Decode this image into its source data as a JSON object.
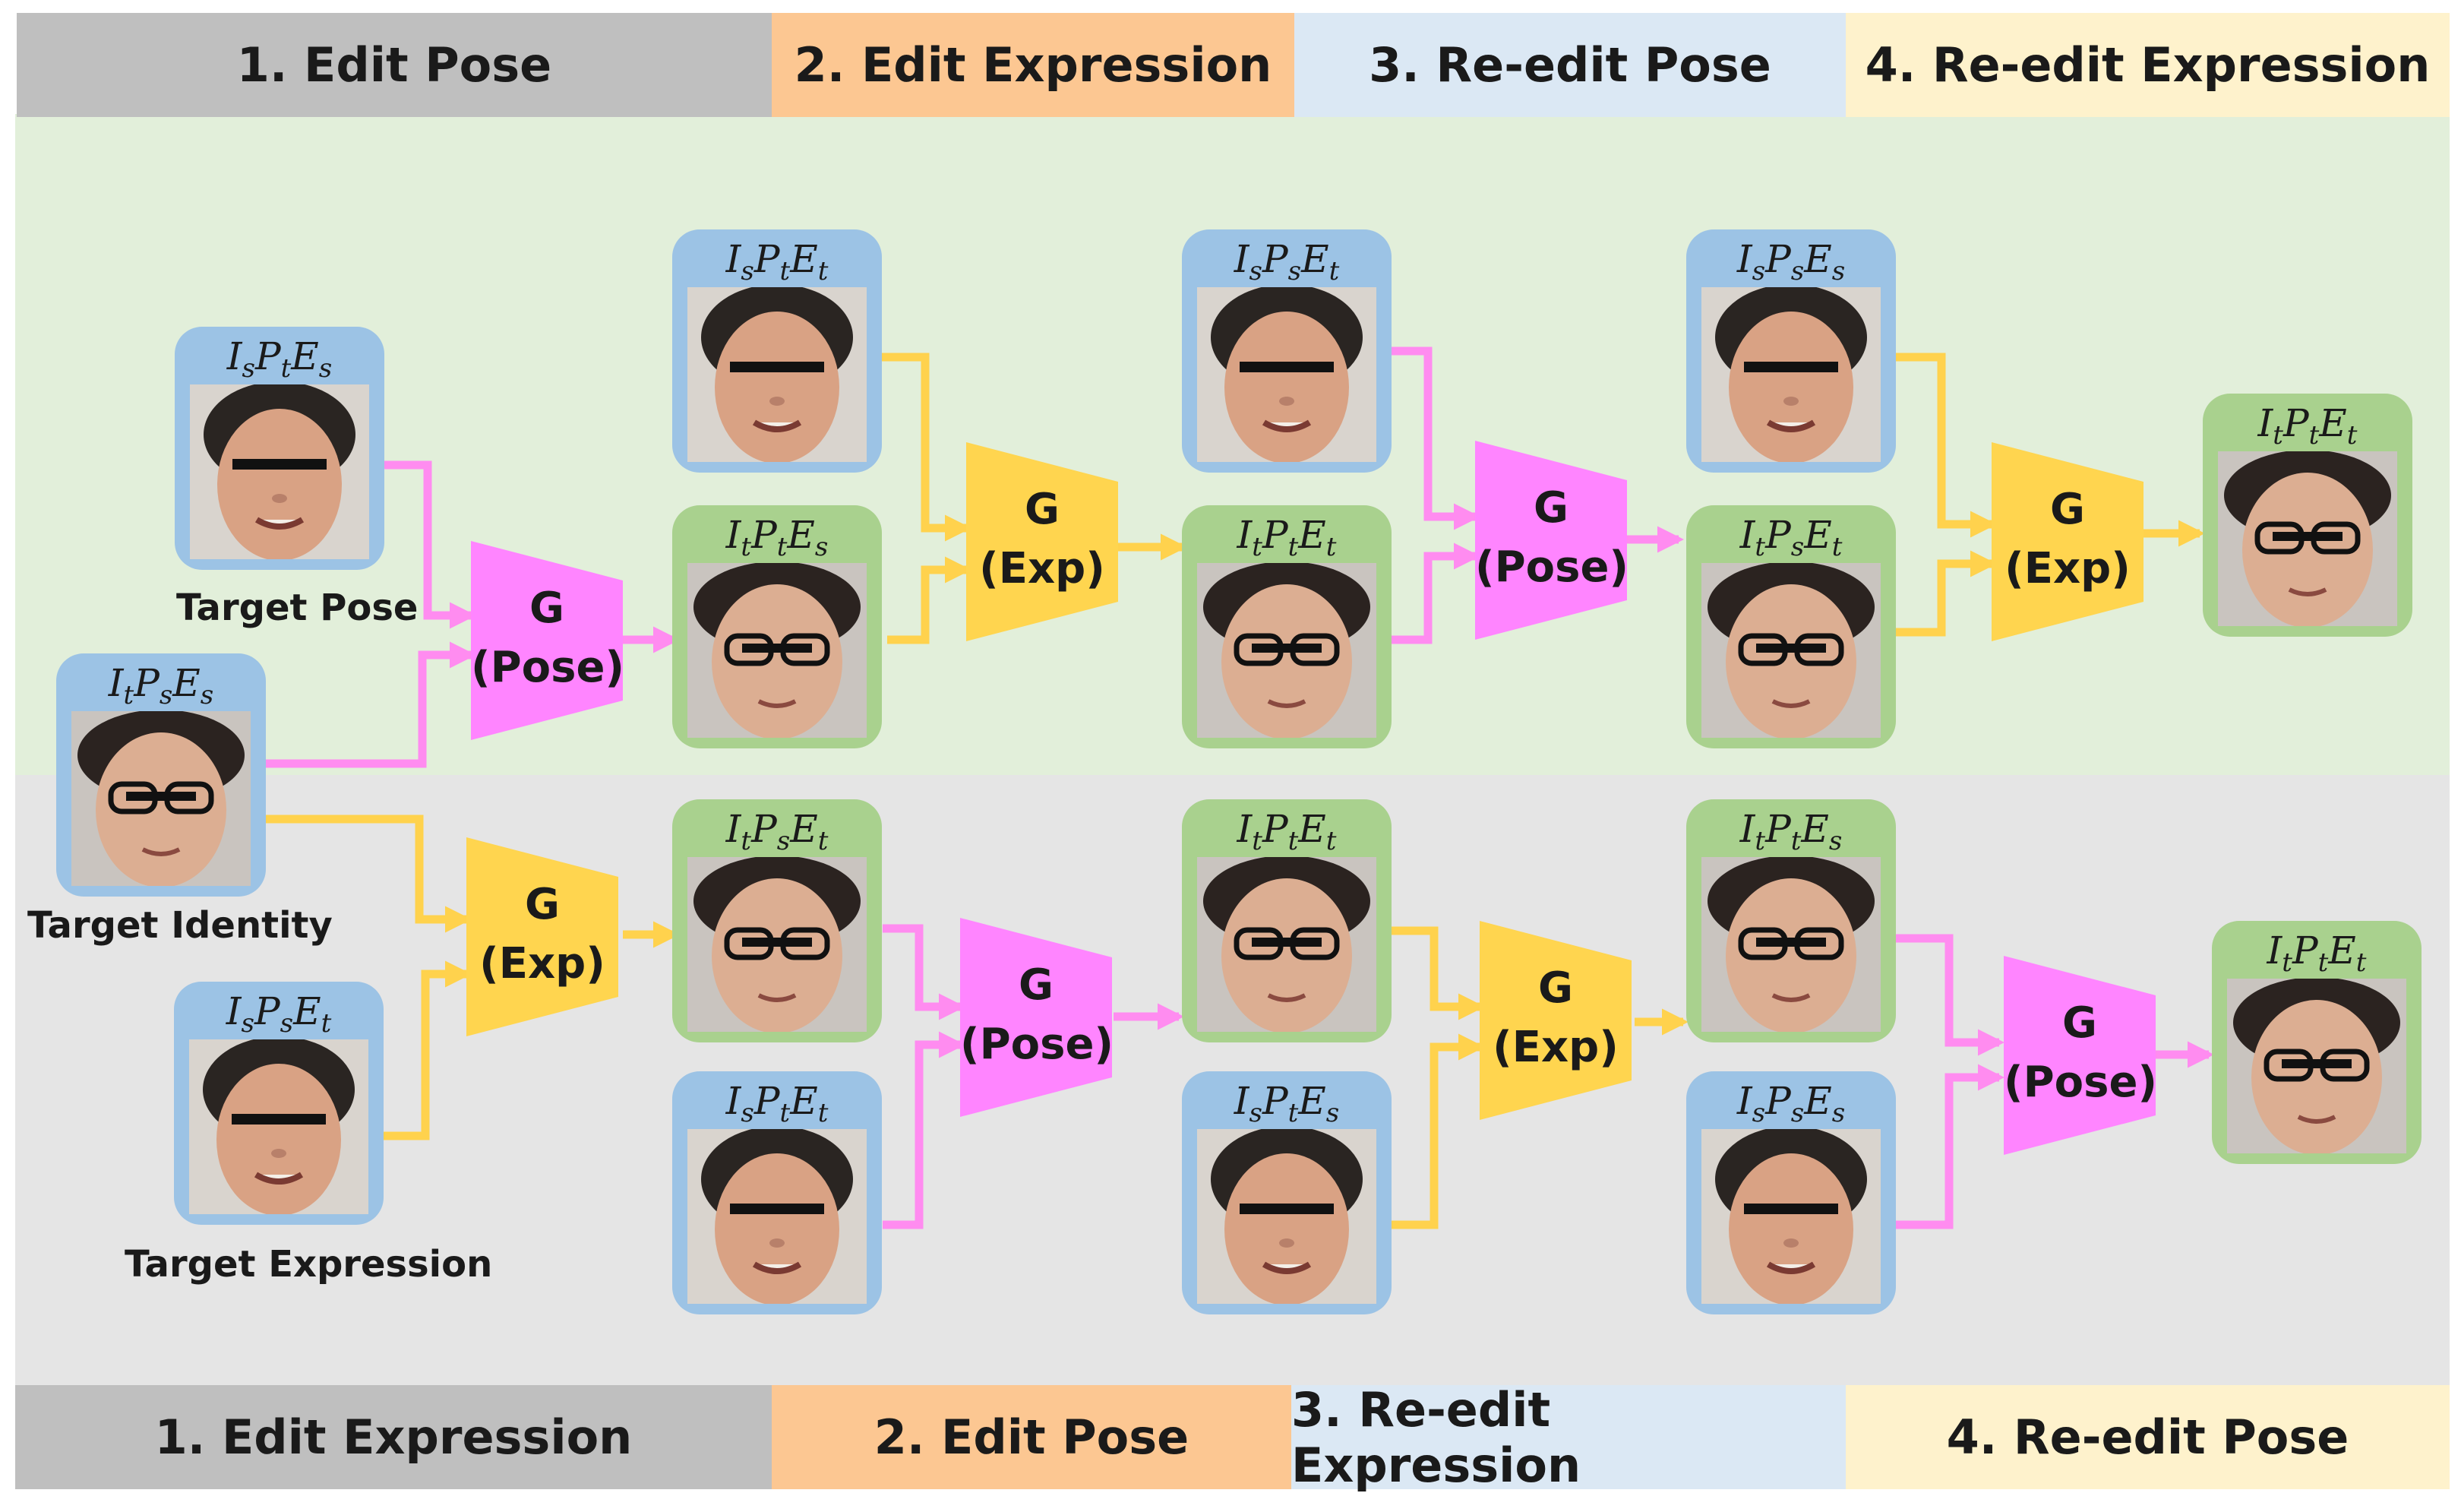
{
  "top_steps": [
    "1. Edit Pose",
    "2. Edit Expression",
    "3. Re-edit Pose",
    "4. Re-edit Expression"
  ],
  "bottom_steps": [
    "1. Edit Expression",
    "2. Edit Pose",
    "3. Re-edit Expression",
    "4. Re-edit Pose"
  ],
  "captions": {
    "target_pose": "Target Pose",
    "target_identity": "Target Identity",
    "target_expression": "Target Expression"
  },
  "nodes": {
    "src_pose": {
      "I": "s",
      "P": "t",
      "E": "s"
    },
    "src_identity": {
      "I": "t",
      "P": "s",
      "E": "s"
    },
    "src_expr": {
      "I": "s",
      "P": "s",
      "E": "t"
    },
    "t1_a": {
      "I": "s",
      "P": "t",
      "E": "t"
    },
    "t1_b": {
      "I": "t",
      "P": "t",
      "E": "s"
    },
    "t2_a": {
      "I": "s",
      "P": "s",
      "E": "t"
    },
    "t2_b": {
      "I": "t",
      "P": "t",
      "E": "t"
    },
    "t3_a": {
      "I": "s",
      "P": "s",
      "E": "s"
    },
    "t3_b": {
      "I": "t",
      "P": "s",
      "E": "t"
    },
    "t4_out": {
      "I": "t",
      "P": "t",
      "E": "t"
    },
    "b1_a": {
      "I": "t",
      "P": "s",
      "E": "t"
    },
    "b1_b": {
      "I": "s",
      "P": "t",
      "E": "t"
    },
    "b2_a": {
      "I": "t",
      "P": "t",
      "E": "t"
    },
    "b2_b": {
      "I": "s",
      "P": "t",
      "E": "s"
    },
    "b3_a": {
      "I": "t",
      "P": "t",
      "E": "s"
    },
    "b3_b": {
      "I": "s",
      "P": "s",
      "E": "s"
    },
    "b4_out": {
      "I": "t",
      "P": "t",
      "E": "t"
    }
  },
  "generator": {
    "letter": "G",
    "pose": "(Pose)",
    "exp": "(Exp)"
  },
  "colors": {
    "step1": "#bfbfbf",
    "step2": "#fcc792",
    "step3": "#dbe8f4",
    "step4": "#fef2cc",
    "top_region": "#e2efda",
    "bottom_region": "#e5e5e5",
    "pose_gen": "#ff85ff",
    "exp_gen": "#ffd54f",
    "pose_wire": "#ff8cf0",
    "exp_wire": "#ffd24d",
    "source_node": "#9cc3e5",
    "target_node": "#a9d18e"
  }
}
